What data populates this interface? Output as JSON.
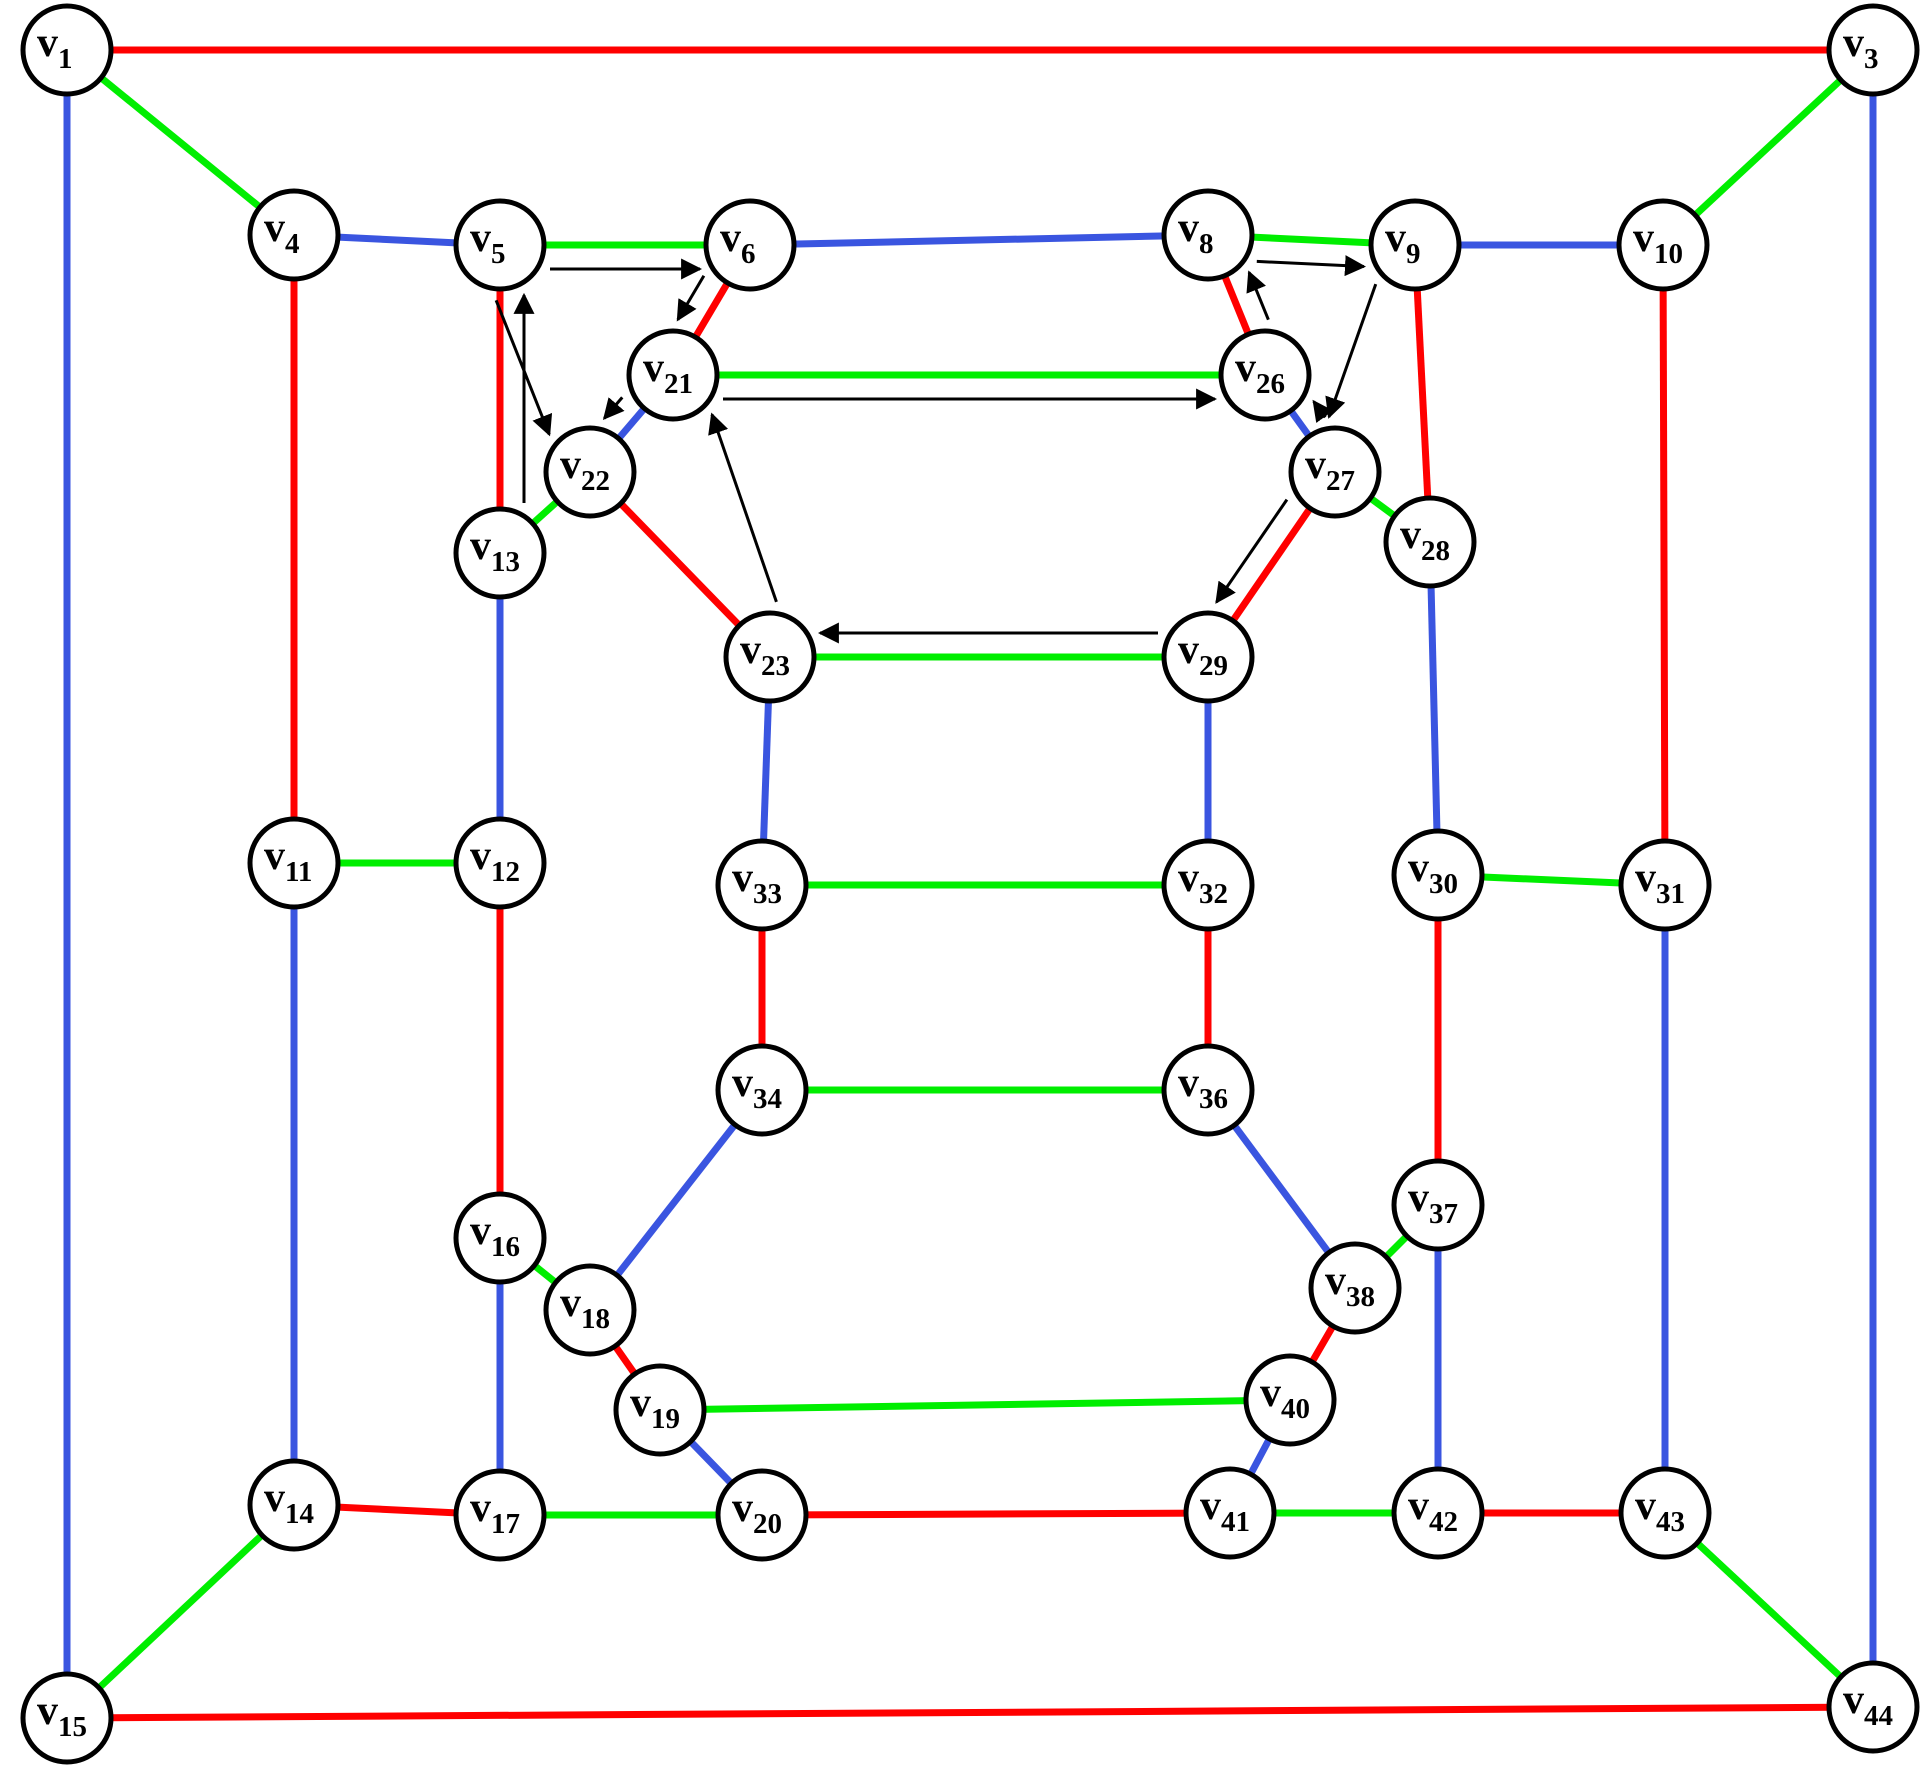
{
  "colors": {
    "red": "#ff0000",
    "green": "#00ee00",
    "blue": "#3a55e0",
    "arrow": "#000000"
  },
  "nodes": [
    {
      "id": "v1",
      "prefix": "v",
      "sub": "1"
    },
    {
      "id": "v3",
      "prefix": "v",
      "sub": "3"
    },
    {
      "id": "v4",
      "prefix": "v",
      "sub": "4"
    },
    {
      "id": "v5",
      "prefix": "v",
      "sub": "5"
    },
    {
      "id": "v6",
      "prefix": "v",
      "sub": "6"
    },
    {
      "id": "v8",
      "prefix": "v",
      "sub": "8"
    },
    {
      "id": "v9",
      "prefix": "v",
      "sub": "9"
    },
    {
      "id": "v10",
      "prefix": "v",
      "sub": "10"
    },
    {
      "id": "v11",
      "prefix": "v",
      "sub": "11"
    },
    {
      "id": "v12",
      "prefix": "v",
      "sub": "12"
    },
    {
      "id": "v13",
      "prefix": "v",
      "sub": "13"
    },
    {
      "id": "v14",
      "prefix": "v",
      "sub": "14"
    },
    {
      "id": "v15",
      "prefix": "v",
      "sub": "15"
    },
    {
      "id": "v16",
      "prefix": "v",
      "sub": "16"
    },
    {
      "id": "v17",
      "prefix": "v",
      "sub": "17"
    },
    {
      "id": "v18",
      "prefix": "v",
      "sub": "18"
    },
    {
      "id": "v19",
      "prefix": "v",
      "sub": "19"
    },
    {
      "id": "v20",
      "prefix": "v",
      "sub": "20"
    },
    {
      "id": "v21",
      "prefix": "v",
      "sub": "21"
    },
    {
      "id": "v22",
      "prefix": "v",
      "sub": "22"
    },
    {
      "id": "v23",
      "prefix": "v",
      "sub": "23"
    },
    {
      "id": "v26",
      "prefix": "v",
      "sub": "26"
    },
    {
      "id": "v27",
      "prefix": "v",
      "sub": "27"
    },
    {
      "id": "v28",
      "prefix": "v",
      "sub": "28"
    },
    {
      "id": "v29",
      "prefix": "v",
      "sub": "29"
    },
    {
      "id": "v30",
      "prefix": "v",
      "sub": "30"
    },
    {
      "id": "v31",
      "prefix": "v",
      "sub": "31"
    },
    {
      "id": "v32",
      "prefix": "v",
      "sub": "32"
    },
    {
      "id": "v33",
      "prefix": "v",
      "sub": "33"
    },
    {
      "id": "v34",
      "prefix": "v",
      "sub": "34"
    },
    {
      "id": "v36",
      "prefix": "v",
      "sub": "36"
    },
    {
      "id": "v37",
      "prefix": "v",
      "sub": "37"
    },
    {
      "id": "v38",
      "prefix": "v",
      "sub": "38"
    },
    {
      "id": "v40",
      "prefix": "v",
      "sub": "40"
    },
    {
      "id": "v41",
      "prefix": "v",
      "sub": "41"
    },
    {
      "id": "v42",
      "prefix": "v",
      "sub": "42"
    },
    {
      "id": "v43",
      "prefix": "v",
      "sub": "43"
    },
    {
      "id": "v44",
      "prefix": "v",
      "sub": "44"
    }
  ],
  "edges": [
    {
      "from": "v1",
      "to": "v3",
      "color": "red"
    },
    {
      "from": "v1",
      "to": "v4",
      "color": "green"
    },
    {
      "from": "v1",
      "to": "v15",
      "color": "blue"
    },
    {
      "from": "v3",
      "to": "v10",
      "color": "green"
    },
    {
      "from": "v3",
      "to": "v44",
      "color": "blue"
    },
    {
      "from": "v15",
      "to": "v44",
      "color": "red"
    },
    {
      "from": "v15",
      "to": "v14",
      "color": "green"
    },
    {
      "from": "v44",
      "to": "v43",
      "color": "green"
    },
    {
      "from": "v4",
      "to": "v5",
      "color": "blue"
    },
    {
      "from": "v4",
      "to": "v11",
      "color": "red"
    },
    {
      "from": "v5",
      "to": "v6",
      "color": "green"
    },
    {
      "from": "v5",
      "to": "v13",
      "color": "red"
    },
    {
      "from": "v6",
      "to": "v8",
      "color": "blue"
    },
    {
      "from": "v6",
      "to": "v21",
      "color": "red"
    },
    {
      "from": "v8",
      "to": "v9",
      "color": "green"
    },
    {
      "from": "v8",
      "to": "v26",
      "color": "red"
    },
    {
      "from": "v9",
      "to": "v10",
      "color": "blue"
    },
    {
      "from": "v9",
      "to": "v28",
      "color": "red"
    },
    {
      "from": "v10",
      "to": "v31",
      "color": "red"
    },
    {
      "from": "v11",
      "to": "v12",
      "color": "green"
    },
    {
      "from": "v11",
      "to": "v14",
      "color": "blue"
    },
    {
      "from": "v12",
      "to": "v13",
      "color": "blue"
    },
    {
      "from": "v12",
      "to": "v16",
      "color": "red"
    },
    {
      "from": "v13",
      "to": "v22",
      "color": "green"
    },
    {
      "from": "v14",
      "to": "v17",
      "color": "red"
    },
    {
      "from": "v16",
      "to": "v17",
      "color": "blue"
    },
    {
      "from": "v16",
      "to": "v18",
      "color": "green"
    },
    {
      "from": "v17",
      "to": "v20",
      "color": "green"
    },
    {
      "from": "v18",
      "to": "v19",
      "color": "red"
    },
    {
      "from": "v18",
      "to": "v34",
      "color": "blue"
    },
    {
      "from": "v19",
      "to": "v20",
      "color": "blue"
    },
    {
      "from": "v19",
      "to": "v40",
      "color": "green"
    },
    {
      "from": "v20",
      "to": "v41",
      "color": "red"
    },
    {
      "from": "v21",
      "to": "v26",
      "color": "green"
    },
    {
      "from": "v21",
      "to": "v22",
      "color": "blue"
    },
    {
      "from": "v22",
      "to": "v23",
      "color": "red"
    },
    {
      "from": "v23",
      "to": "v29",
      "color": "green"
    },
    {
      "from": "v23",
      "to": "v33",
      "color": "blue"
    },
    {
      "from": "v26",
      "to": "v27",
      "color": "blue"
    },
    {
      "from": "v27",
      "to": "v28",
      "color": "green"
    },
    {
      "from": "v27",
      "to": "v29",
      "color": "red"
    },
    {
      "from": "v28",
      "to": "v30",
      "color": "blue"
    },
    {
      "from": "v29",
      "to": "v32",
      "color": "blue"
    },
    {
      "from": "v30",
      "to": "v31",
      "color": "green"
    },
    {
      "from": "v30",
      "to": "v37",
      "color": "red"
    },
    {
      "from": "v31",
      "to": "v43",
      "color": "blue"
    },
    {
      "from": "v32",
      "to": "v33",
      "color": "green"
    },
    {
      "from": "v32",
      "to": "v36",
      "color": "red"
    },
    {
      "from": "v33",
      "to": "v34",
      "color": "red"
    },
    {
      "from": "v34",
      "to": "v36",
      "color": "green"
    },
    {
      "from": "v36",
      "to": "v38",
      "color": "blue"
    },
    {
      "from": "v37",
      "to": "v38",
      "color": "green"
    },
    {
      "from": "v37",
      "to": "v42",
      "color": "blue"
    },
    {
      "from": "v38",
      "to": "v40",
      "color": "red"
    },
    {
      "from": "v40",
      "to": "v41",
      "color": "blue"
    },
    {
      "from": "v41",
      "to": "v42",
      "color": "green"
    },
    {
      "from": "v42",
      "to": "v43",
      "color": "red"
    }
  ],
  "arrows": [
    {
      "from": "v5",
      "to": "v6"
    },
    {
      "from": "v6",
      "to": "v21"
    },
    {
      "from": "v21",
      "to": "v26"
    },
    {
      "from": "v26",
      "to": "v8"
    },
    {
      "from": "v8",
      "to": "v9"
    },
    {
      "from": "v9",
      "to": "v27"
    },
    {
      "from": "v27",
      "to": "v26"
    },
    {
      "from": "v27",
      "to": "v29"
    },
    {
      "from": "v29",
      "to": "v23"
    },
    {
      "from": "v23",
      "to": "v21"
    },
    {
      "from": "v21",
      "to": "v22"
    },
    {
      "from": "v13",
      "to": "v5"
    },
    {
      "from": "v5",
      "to": "v22"
    }
  ]
}
